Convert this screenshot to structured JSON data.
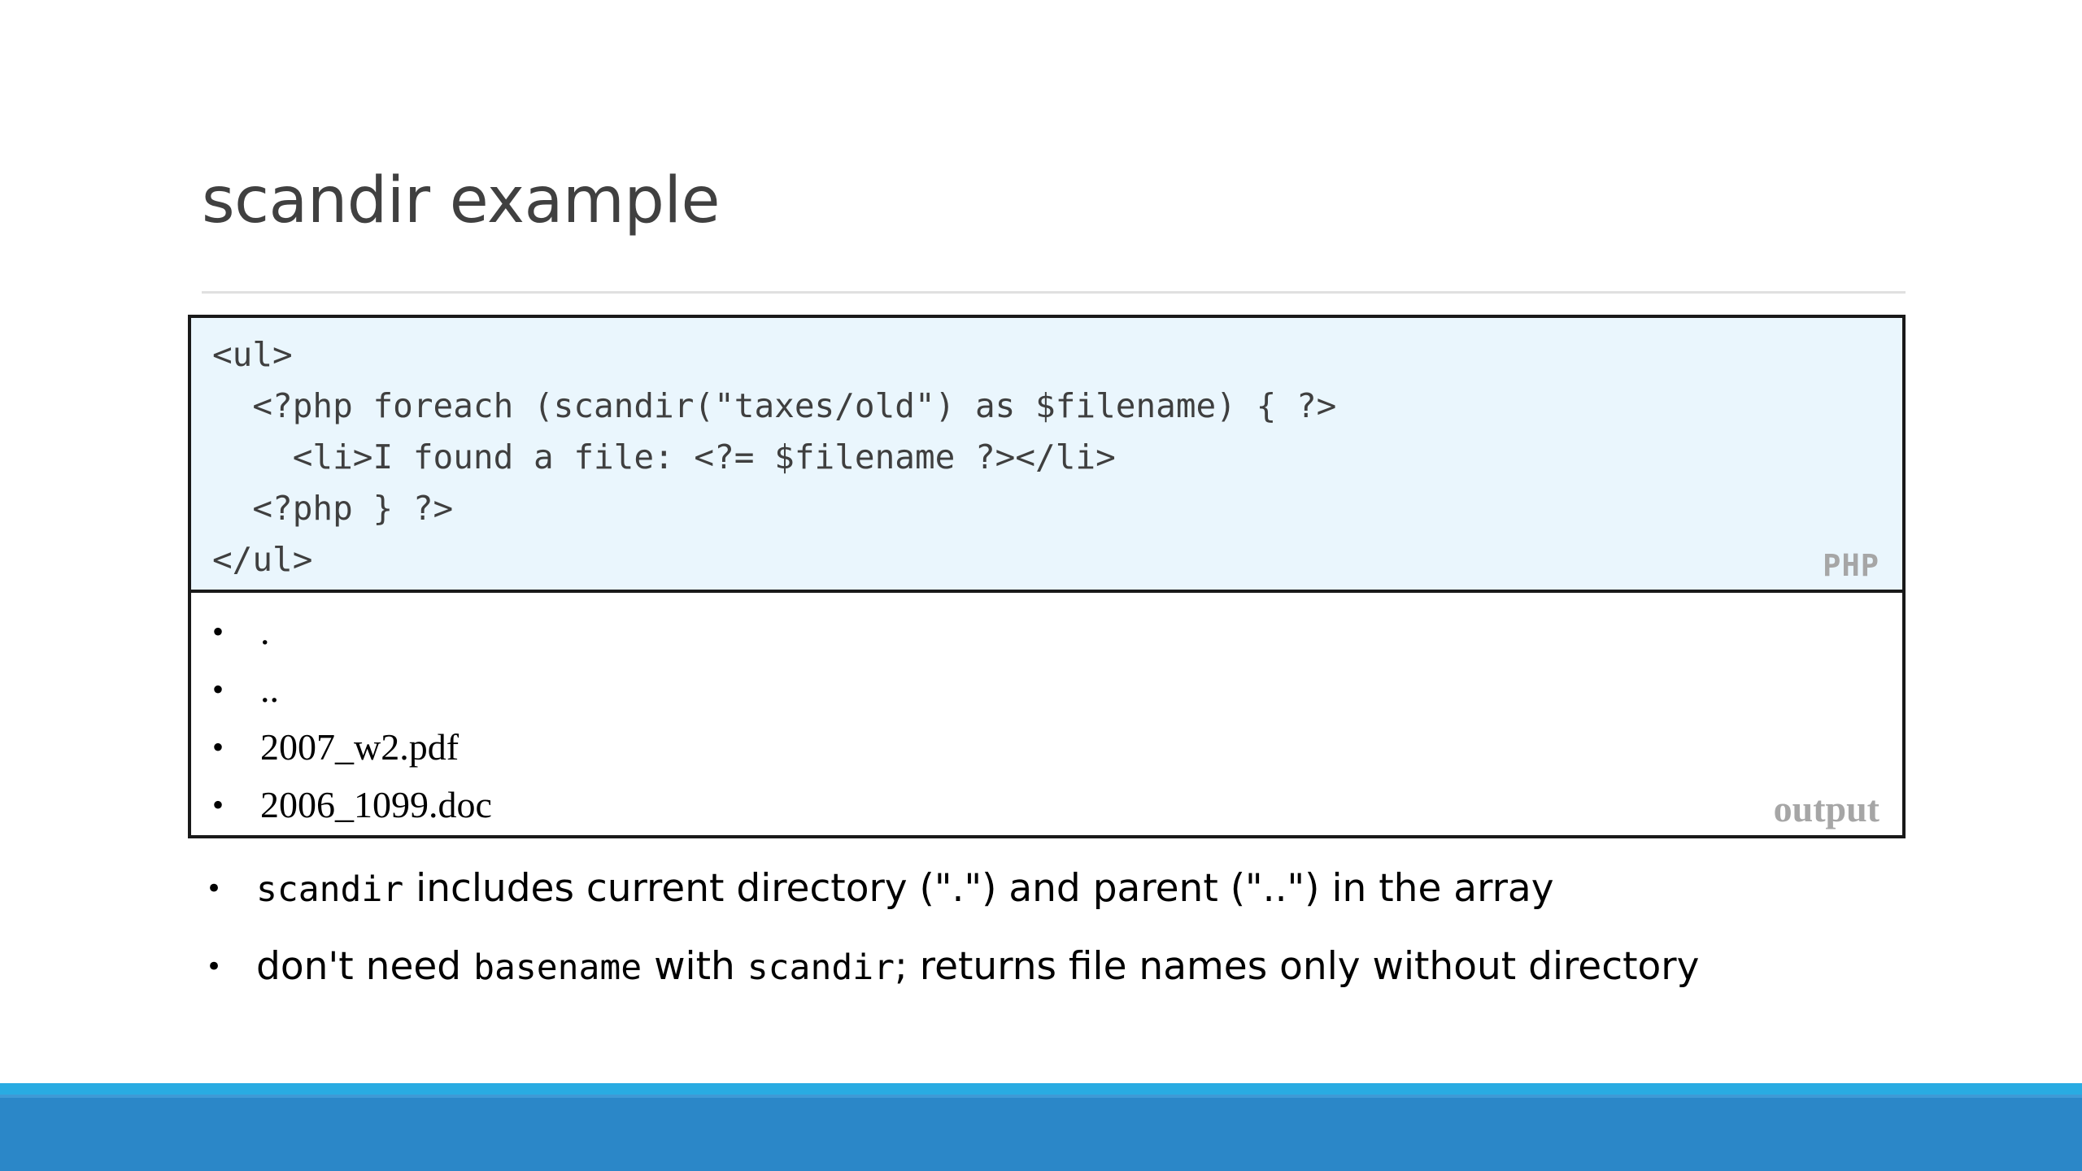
{
  "slide": {
    "title": "scandir example",
    "code_block": {
      "language_tag": "PHP",
      "code": "<ul>\n  <?php foreach (scandir(\"taxes/old\") as $filename) { ?>\n    <li>I found a file: <?= $filename ?></li>\n  <?php } ?>\n</ul>"
    },
    "output_block": {
      "label": "output",
      "items": [
        ".",
        "..",
        "2007_w2.pdf",
        "2006_1099.doc"
      ]
    },
    "bullets": [
      {
        "parts": [
          {
            "text": "scandir",
            "style": "mono"
          },
          {
            "text": " includes current directory (\".\") and parent (\"..\") in the array",
            "style": "normal"
          }
        ]
      },
      {
        "parts": [
          {
            "text": "don't need ",
            "style": "normal"
          },
          {
            "text": "basename",
            "style": "mono"
          },
          {
            "text": " with ",
            "style": "normal"
          },
          {
            "text": "scandir",
            "style": "mono"
          },
          {
            "text": "; returns file names only without directory",
            "style": "normal"
          }
        ]
      }
    ],
    "colors": {
      "title": "#404040",
      "code_background": "#eaf6fd",
      "code_text": "#3f3f3f",
      "frame_border": "#191919",
      "tag_gray": "#a6a6a6",
      "accent_light": "#29abe2",
      "accent_dark": "#2b87c8",
      "rule": "#e0e0e0"
    }
  }
}
